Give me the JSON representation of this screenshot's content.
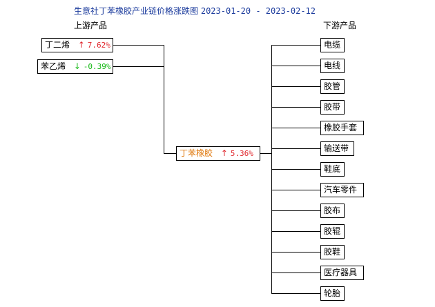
{
  "title": {
    "text": "生意社丁苯橡胶产业链价格涨跌图",
    "date_range": "2023-01-20 - 2023-02-12",
    "color": "#1a3a9c"
  },
  "upstream": {
    "header": "上游产品",
    "items": [
      {
        "name": "丁二烯",
        "arrow": "↑",
        "change": "7.62%",
        "direction": "up"
      },
      {
        "name": "苯乙烯",
        "arrow": "↓",
        "change": "-0.39%",
        "direction": "down"
      }
    ]
  },
  "center": {
    "name": "丁苯橡胶",
    "arrow": "↑",
    "change": "5.36%",
    "direction": "up",
    "name_color": "#e07a10"
  },
  "downstream": {
    "header": "下游产品",
    "items": [
      "电缆",
      "电线",
      "胶管",
      "胶带",
      "橡胶手套",
      "输送带",
      "鞋底",
      "汽车零件",
      "胶布",
      "胶辊",
      "胶鞋",
      "医疗器具",
      "轮胎"
    ]
  },
  "colors": {
    "up": "#e0252b",
    "down": "#14b814",
    "line": "#000000"
  }
}
